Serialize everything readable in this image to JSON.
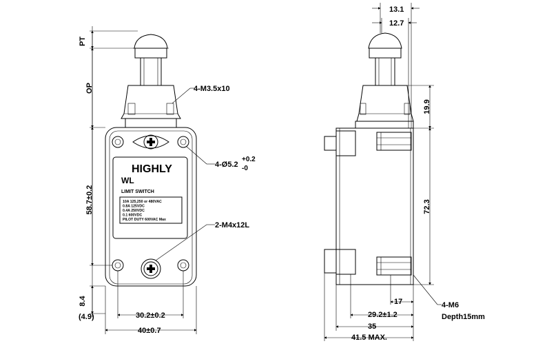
{
  "front": {
    "brand": "HIGHLY",
    "model": "WL",
    "subtitle": "LIMIT SWITCH",
    "ratings": [
      "10A 125,250 or 480VAC",
      "0.8A 125VDC",
      "0.4A 250VDC",
      "0.1 600VDC",
      "PILOT DUTY 600VAC Max"
    ],
    "callouts": {
      "screws_top": "4-M3.5x10",
      "mount_holes": "4-Ø5.2",
      "tol_plus": "+0.2",
      "tol_minus": "-0",
      "screws_bottom": "2-M4x12L"
    },
    "dims": {
      "pt": "PT",
      "op": "OP",
      "height": "58.7±0.2",
      "bottom": "8.4",
      "bottom_paren": "(4.9)",
      "hole_spacing": "30.2±0.2",
      "width": "40±0.7"
    }
  },
  "side": {
    "dims": {
      "top1": "13.1",
      "top2": "12.7",
      "right1": "19.9",
      "right2": "72.3",
      "bottom1": "17",
      "bottom2": "29.2±1.2",
      "bottom3": "35",
      "bottom4": "41.5 MAX."
    },
    "callout_line1": "4-M6",
    "callout_line2": "Depth15mm"
  }
}
